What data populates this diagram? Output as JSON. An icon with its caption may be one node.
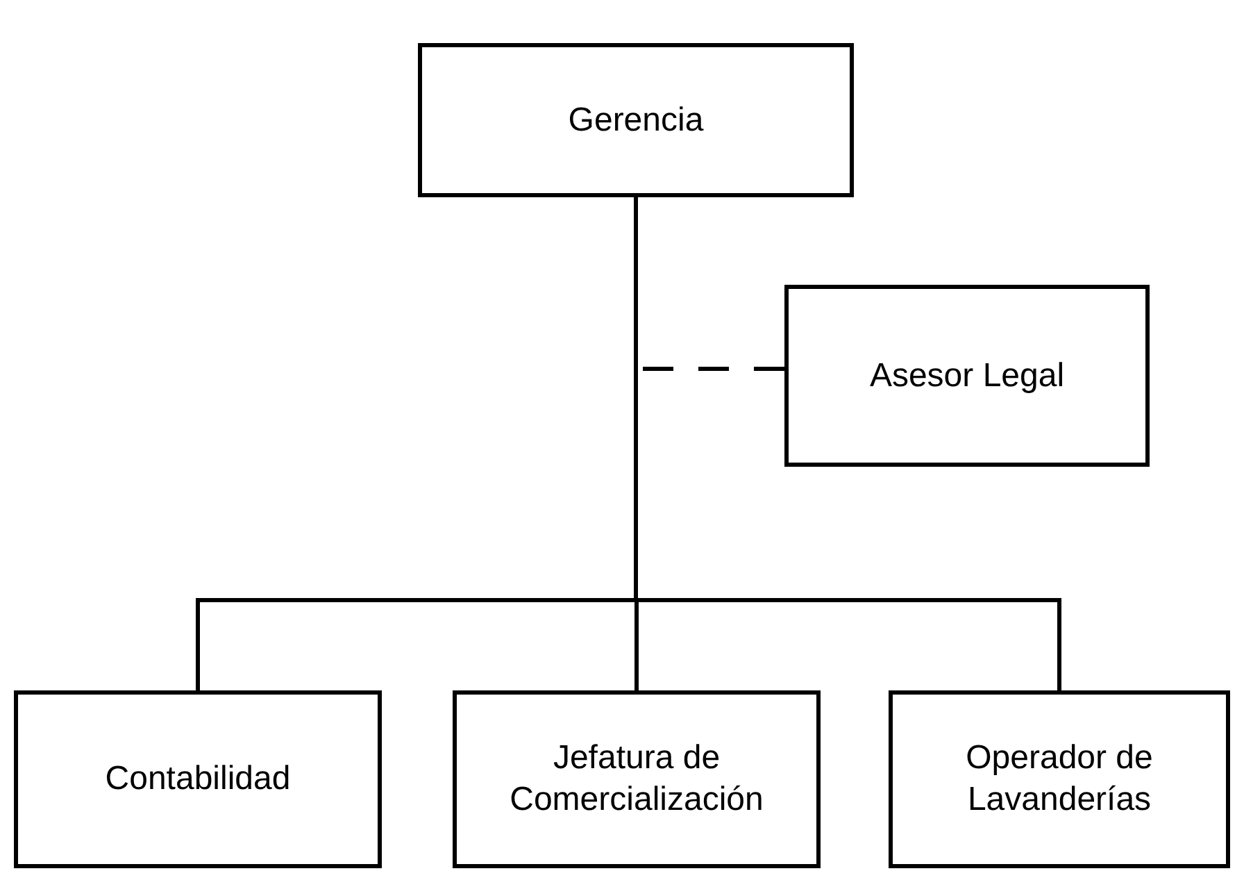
{
  "diagram": {
    "nodes": [
      {
        "text": [
          "Gerencia"
        ]
      },
      {
        "text": [
          "Asesor Legal"
        ]
      },
      {
        "text": [
          "Contabilidad"
        ]
      },
      {
        "text": [
          "Jefatura de Comercialización"
        ]
      },
      {
        "text": [
          "Operador de Lavanderías"
        ]
      }
    ],
    "edges": [
      {
        "from": 1,
        "to": 0,
        "arrow": "none",
        "style": "dashed"
      },
      {
        "from": 0,
        "to": 2,
        "arrow": "none"
      },
      {
        "from": 0,
        "to": 3,
        "arrow": "none"
      },
      {
        "from": 0,
        "to": 4,
        "arrow": "none"
      }
    ]
  }
}
